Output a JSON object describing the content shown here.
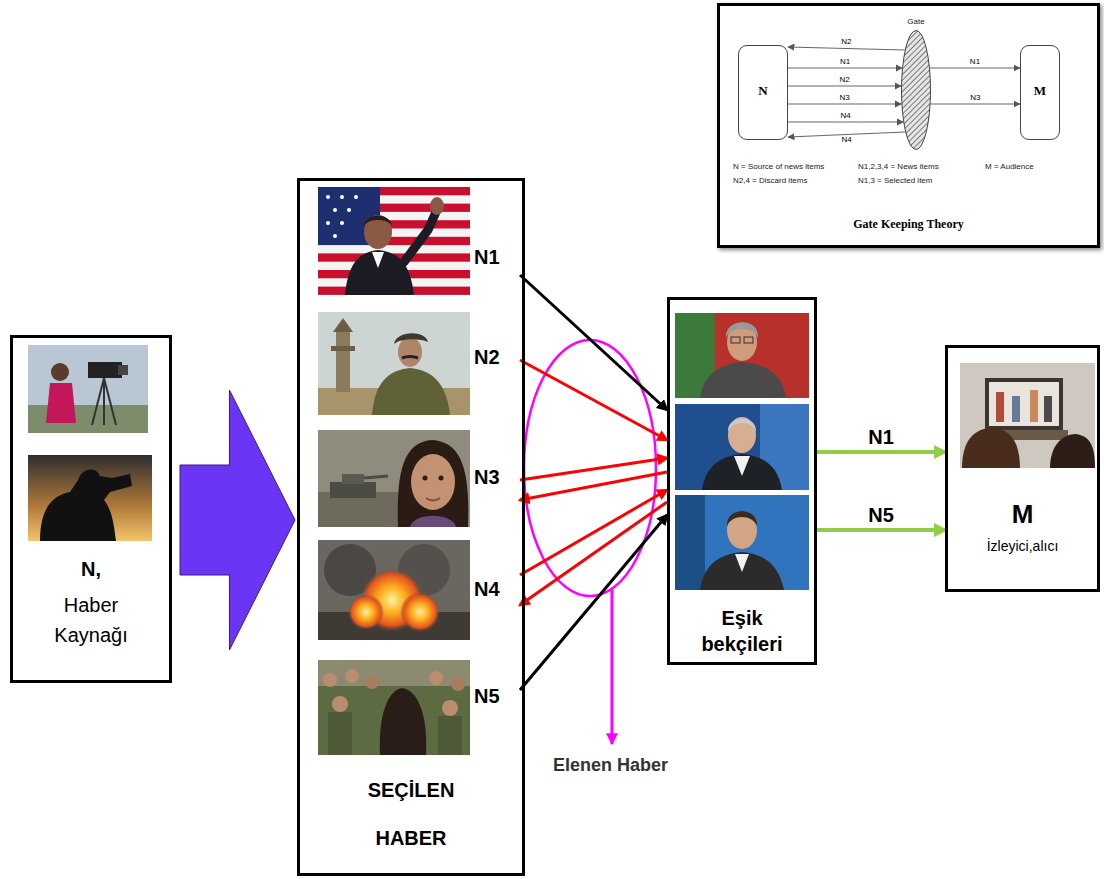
{
  "diagram": {
    "nodes": [
      {
        "text": [
          "N,",
          "Haber Kaynağı"
        ]
      },
      {
        "text": [
          "SEÇİLEN HABER"
        ]
      },
      {
        "text": [
          "N1"
        ],
        "in": 1
      },
      {
        "text": [
          "N2"
        ],
        "in": 1
      },
      {
        "text": [
          "N3"
        ],
        "in": 1
      },
      {
        "text": [
          "N4"
        ],
        "in": 1
      },
      {
        "text": [
          "N5"
        ],
        "in": 1
      },
      {
        "text": [
          "Eşik bekçileri"
        ]
      },
      {
        "text": [
          "M",
          "İzleyici,alıcı"
        ]
      },
      {
        "text": [
          "Gate Keeping Theory"
        ]
      },
      {
        "text": [
          "N"
        ],
        "in": 9
      },
      {
        "text": [
          "Gate"
        ],
        "in": 9
      },
      {
        "text": [
          "M"
        ],
        "in": 9
      }
    ],
    "edges": [
      {
        "from": 0,
        "to": 1,
        "arrow": "to"
      },
      {
        "from": 2,
        "to": 7,
        "arrow": "to"
      },
      {
        "from": 3,
        "to": 7,
        "arrow": "to"
      },
      {
        "from": 4,
        "to": 7,
        "arrow": "to"
      },
      {
        "from": 7,
        "to": 4,
        "arrow": "to"
      },
      {
        "from": 5,
        "to": 7,
        "arrow": "to"
      },
      {
        "from": 7,
        "to": 5,
        "arrow": "to"
      },
      {
        "from": 6,
        "to": 7,
        "arrow": "to"
      },
      {
        "from": 7,
        "to": 8,
        "label": "N1",
        "arrow": "to"
      },
      {
        "from": 7,
        "to": 8,
        "label": "N5",
        "arrow": "to"
      },
      {
        "from": 10,
        "to": 11,
        "label": "N1",
        "arrow": "to"
      },
      {
        "from": 10,
        "to": 11,
        "label": "N2",
        "arrow": "to"
      },
      {
        "from": 10,
        "to": 11,
        "label": "N3",
        "arrow": "to"
      },
      {
        "from": 10,
        "to": 11,
        "label": "N4",
        "arrow": "to"
      },
      {
        "from": 11,
        "to": 10,
        "label": "N2",
        "arrow": "to"
      },
      {
        "from": 11,
        "to": 10,
        "label": "N4",
        "arrow": "to"
      },
      {
        "from": 11,
        "to": 12,
        "label": "N1",
        "arrow": "to"
      },
      {
        "from": 11,
        "to": 12,
        "label": "N3",
        "arrow": "to"
      }
    ],
    "labels": [
      "Elenen Haber",
      "N = Source of news items",
      "N1,2,3,4 = News items",
      "M = Audience",
      "N2,4 = Discard items",
      "N1,3 = Selected item"
    ]
  }
}
